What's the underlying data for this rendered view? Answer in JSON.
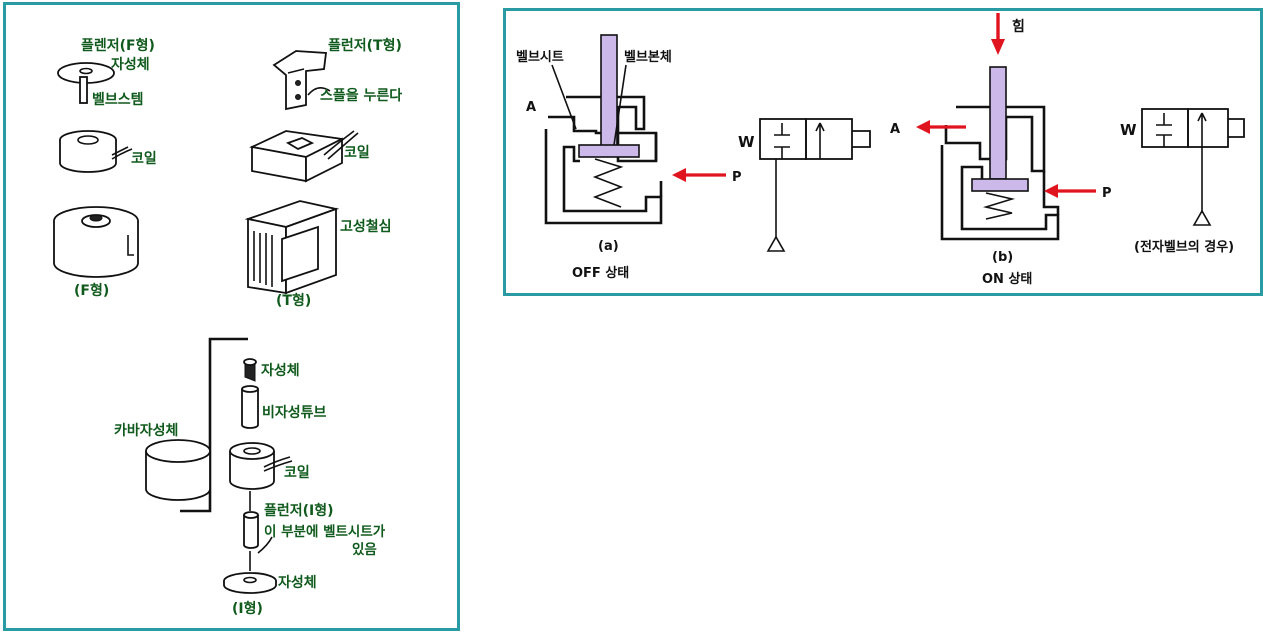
{
  "colors": {
    "frame": "#2a9aa3",
    "label_green": "#0f5a1c",
    "arrow_red": "#e0141e",
    "valve_lavender": "#cdb8ea"
  },
  "left": {
    "plunger_f": "플렌저(F형)",
    "magnet_f": "자성체",
    "valve_stem": "벨브스템",
    "coil_f": "코일",
    "type_f": "(F형)",
    "plunger_t": "플런저(T형)",
    "press_spring": "스플을 누른다",
    "coil_t": "코일",
    "core": "고성철심",
    "type_t": "(T형)",
    "magnet_i": "자성체",
    "nonmag_tube": "비자성튜브",
    "cover_magnet": "카바자성체",
    "coil_i": "코일",
    "plunger_i": "플런저(I형)",
    "seat_note_1": "이 부분에 벨트시트가",
    "seat_note_2": "있음",
    "magnet_bottom": "자성체",
    "type_i": "(I형)"
  },
  "right": {
    "valve_seat": "벨브시트",
    "valve_body": "벨브본체",
    "port_a_off": "A",
    "port_p_off": "P",
    "label_a": "(a)",
    "state_off": "OFF 상태",
    "force": "힘",
    "port_a_on": "A",
    "port_p_on": "P",
    "label_b": "(b)",
    "state_on": "ON 상태",
    "symbol_w_1": "W",
    "symbol_w_2": "W",
    "solenoid_case": "(전자벨브의 경우)"
  }
}
